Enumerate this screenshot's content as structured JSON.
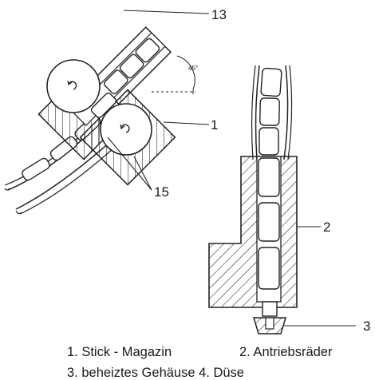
{
  "callouts": {
    "c13": "13",
    "c1": "1",
    "c15": "15",
    "c2": "2",
    "c3": "3",
    "angle": "45°"
  },
  "legend": {
    "item1": "1. Stick - Magazin",
    "item2": "2. Antriebsräder",
    "item3": "3. beheiztes Gehäuse 4. Düse"
  }
}
